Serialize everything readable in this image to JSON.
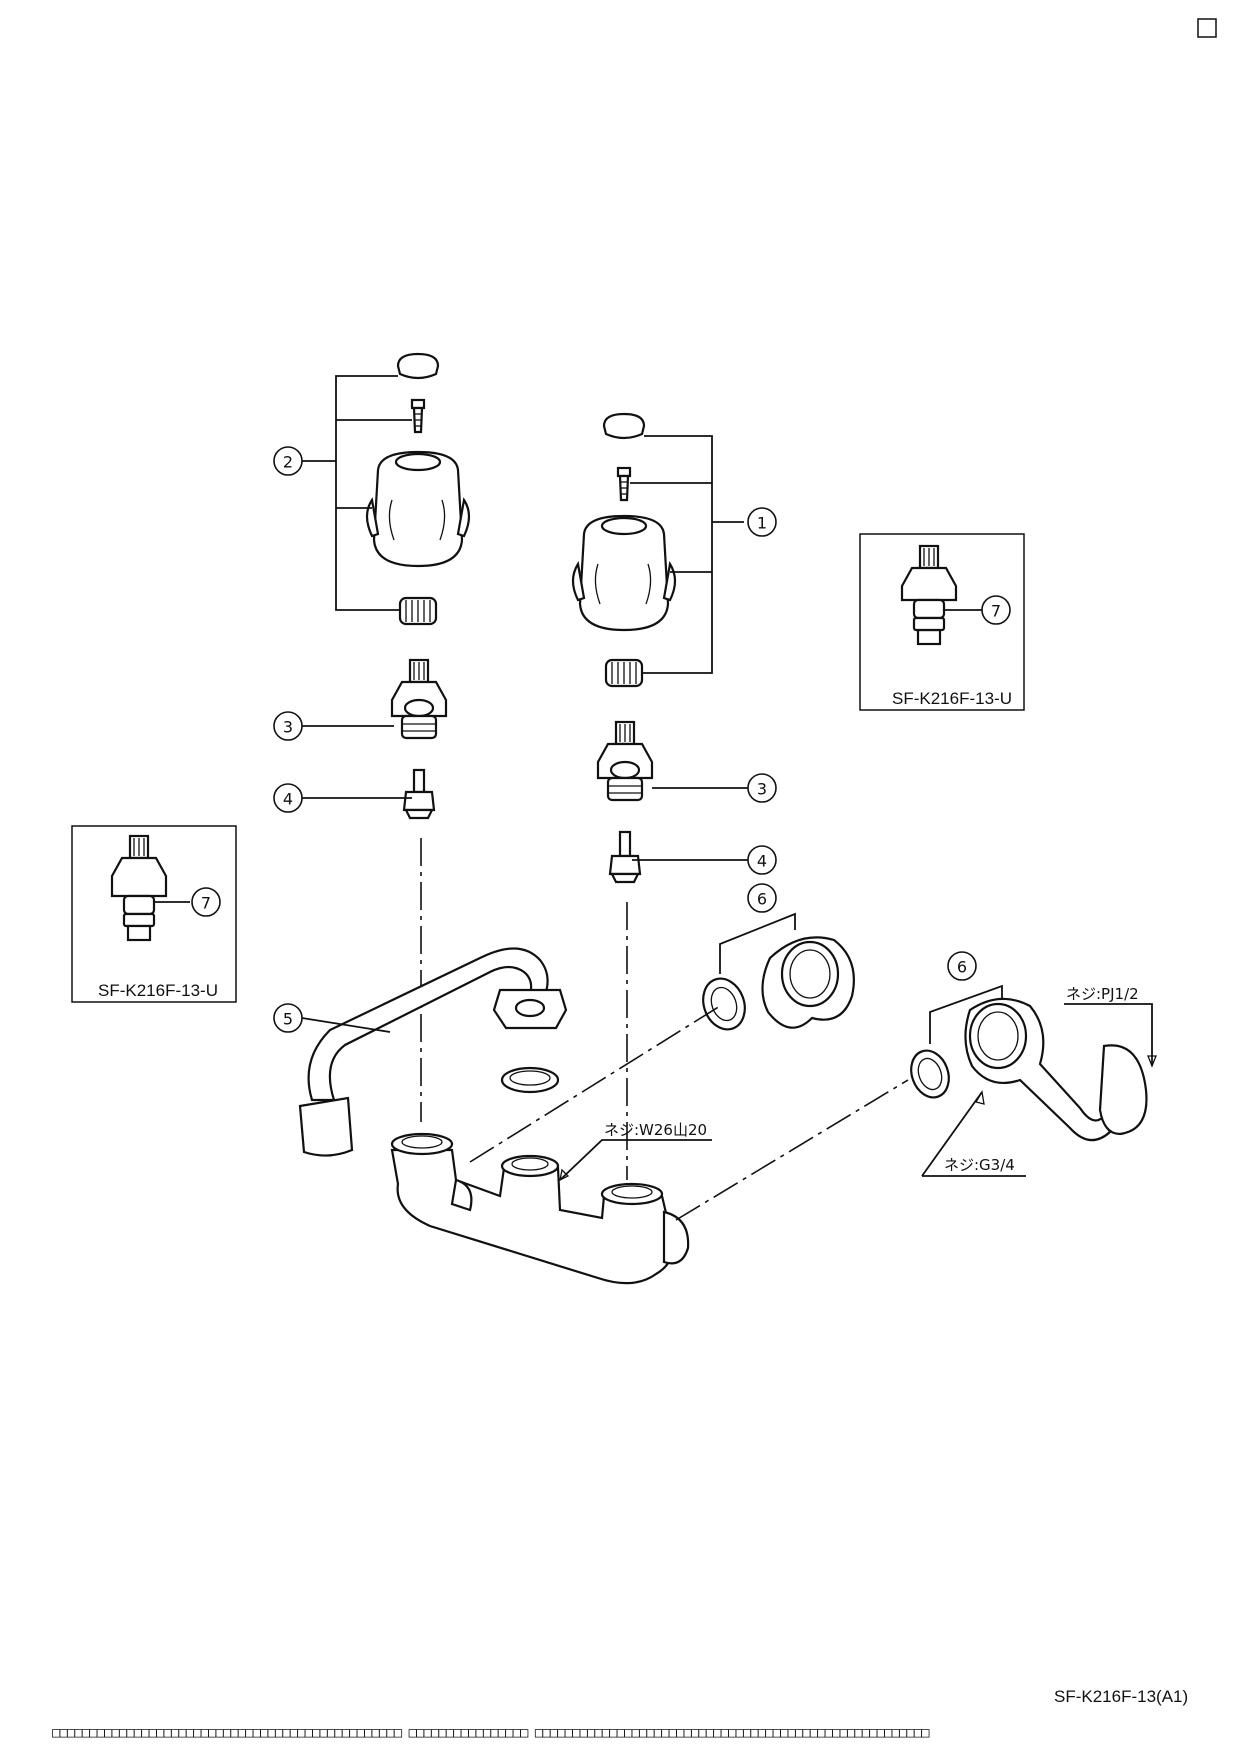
{
  "document": {
    "code": "SF-K216F-13(A1)",
    "footer_text": "□□□□□□□□□□□□□□□□□□□□□□□□□□□□□□□□□□□□□□□□□□□□□□□ □□□□□□□□□□□□□□□□ □□□□□□□□□□□□□□□□□□□□□□□□□□□□□□□□□□□□□□□□□□□□□□□□□□□□□"
  },
  "callouts": {
    "c1": "1",
    "c2": "2",
    "c3_left": "3",
    "c3_right": "3",
    "c4_left": "4",
    "c4_right": "4",
    "c5": "5",
    "c6_left": "6",
    "c6_right": "6",
    "c7_left": "7",
    "c7_right": "7"
  },
  "inset_boxes": {
    "right_label": "SF-K216F-13-U",
    "left_label": "SF-K216F-13-U"
  },
  "thread_labels": {
    "body": "ネジ:W26山20",
    "elbow": "ネジ:G3/4",
    "bracket": "ネジ:PJ1/2"
  },
  "icons": {
    "corner_box": "square-outline-icon"
  }
}
